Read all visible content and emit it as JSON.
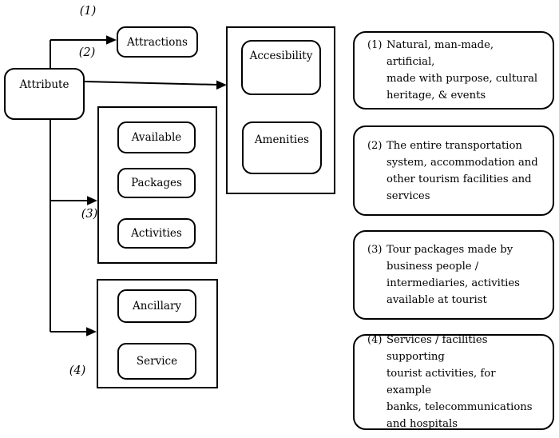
{
  "diagram": {
    "attribute_label": "Attribute",
    "attractions_label": "Attractions",
    "accessibility_label": "Accesibility",
    "amenities_label": "Amenities",
    "available_label": "Available",
    "packages_label": "Packages",
    "activities_label": "Activities",
    "ancillary_label": "Ancillary",
    "service_label": "Service",
    "arrow_labels": {
      "a1": "(1)",
      "a2": "(2)",
      "a3": "(3)",
      "a4": "(4)"
    }
  },
  "annotations": [
    {
      "number": "(1)",
      "lines": [
        "Natural, man-made, artificial,",
        "made with purpose, cultural",
        "heritage, & events"
      ]
    },
    {
      "number": "(2)",
      "lines": [
        "The entire transportation",
        "system, accommodation and",
        "other tourism facilities and",
        "services"
      ]
    },
    {
      "number": "(3)",
      "lines": [
        "Tour packages made by",
        "business people /",
        "intermediaries, activities",
        "available at tourist"
      ]
    },
    {
      "number": "(4)",
      "lines": [
        "Services / facilities supporting",
        "tourist activities, for example",
        "banks, telecommunications",
        "and hospitals"
      ]
    }
  ],
  "colors": {
    "line": "#000000",
    "background": "#ffffff",
    "text": "#000000"
  }
}
